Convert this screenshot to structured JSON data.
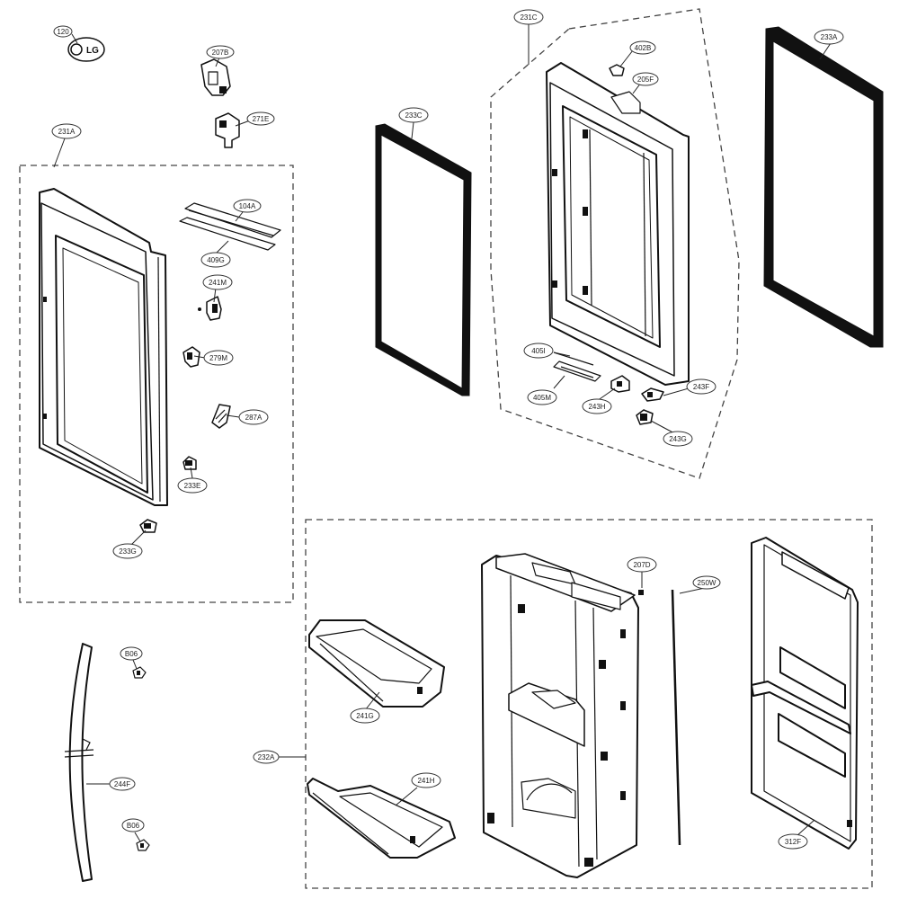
{
  "colors": {
    "line": "#111111",
    "background": "#ffffff",
    "dashed": "#444444"
  },
  "logo_text": "LG",
  "callouts": {
    "c_120": "120",
    "c_207B": "207B",
    "c_271E": "271E",
    "c_231A": "231A",
    "c_104A": "104A",
    "c_409G": "409G",
    "c_241M": "241M",
    "c_279M": "279M",
    "c_287A": "287A",
    "c_233E": "233E",
    "c_233G": "233G",
    "c_233C": "233C",
    "c_231C": "231C",
    "c_402B": "402B",
    "c_205F": "205F",
    "c_405I": "405I",
    "c_405M": "405M",
    "c_243H": "243H",
    "c_243F": "243F",
    "c_243G": "243G",
    "c_233A": "233A",
    "c_B06a": "B06",
    "c_B06b": "B06",
    "c_244F": "244F",
    "c_241G": "241G",
    "c_232A": "232A",
    "c_241H": "241H",
    "c_207D": "207D",
    "c_250W": "250W",
    "c_312F": "312F"
  }
}
